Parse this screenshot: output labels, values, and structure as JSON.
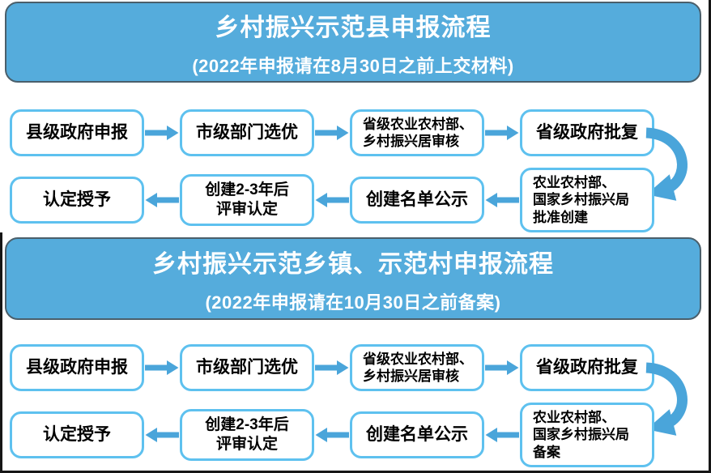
{
  "colors": {
    "banner_fill": "#55ACDC",
    "banner_border": "#4A5F6B",
    "box_border": "#5EC1EF",
    "arrow": "#4AA5DA",
    "banner_text": "#FFFFFF",
    "box_text": "#000000",
    "frame_line": "#161616",
    "background": "#FFFFFF"
  },
  "section1": {
    "title": "乡村振兴示范县申报流程",
    "subtitle": "(2022年申报请在8月30日之前上交材料)",
    "steps": [
      "县级政府申报",
      "市级部门选优",
      "省级农业农村部、\n乡村振兴居审核",
      "省级政府批复",
      "农业农村部、\n国家乡村振兴局\n批准创建",
      "创建名单公示",
      "创建2-3年后\n评审认定",
      "认定授予"
    ]
  },
  "section2": {
    "title": "乡村振兴示范乡镇、示范村申报流程",
    "subtitle": "(2022年申报请在10月30日之前备案)",
    "steps": [
      "县级政府申报",
      "市级部门选优",
      "省级农业农村部、\n乡村振兴居审核",
      "省级政府批复",
      "农业农村部、\n国家乡村振兴局\n备案",
      "创建名单公示",
      "创建2-3年后\n评审认定",
      "认定授予"
    ]
  }
}
